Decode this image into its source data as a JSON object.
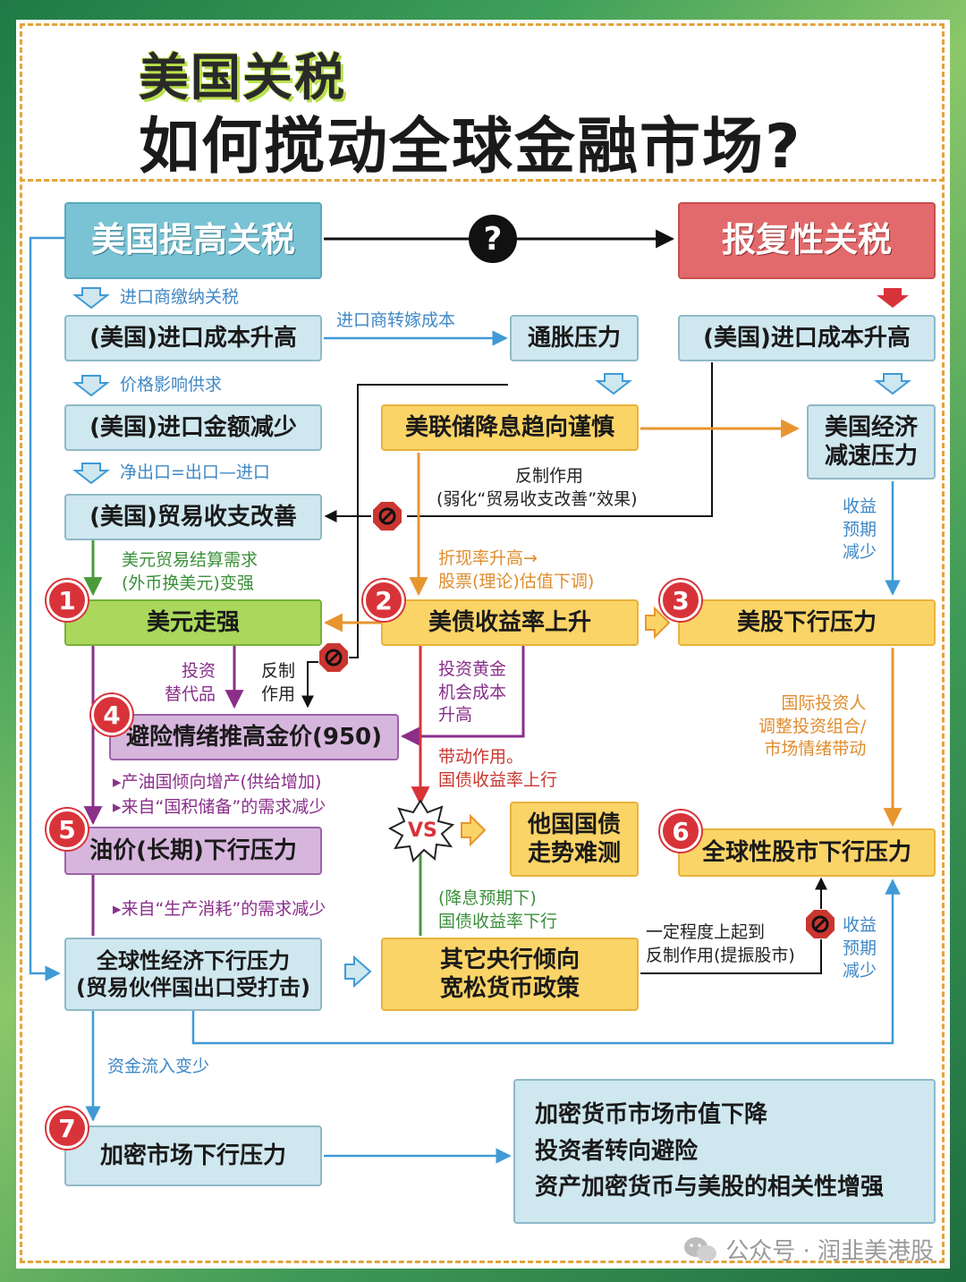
{
  "title": {
    "line1": "美国关税",
    "line2": "如何搅动全球金融市场?"
  },
  "question_mark": "?",
  "nodes": {
    "us_raise": "美国提高关税",
    "retaliate": "报复性关税",
    "us_import_cost": "(美国)进口成本升高",
    "inflation": "通胀压力",
    "retal_import_cost": "(美国)进口成本升高",
    "import_amount": "(美国)进口金额减少",
    "fed": "美联储降息趋向谨慎",
    "us_slowdown": "美国经济\n减速压力",
    "trade_balance": "(美国)贸易收支改善",
    "usd": "美元走强",
    "ust": "美债收益率上升",
    "us_stocks": "美股下行压力",
    "gold": "避险情绪推高金价(950)",
    "oil": "油价(长期)下行压力",
    "other_bonds": "他国国债\n走势难测",
    "global_stocks": "全球性股市下行压力",
    "global_econ": "全球性经济下行压力\n(贸易伙伴国出口受打击)",
    "other_cb": "其它央行倾向\n宽松货币政策",
    "crypto": "加密市场下行压力",
    "crypto_detail": [
      "加密货币市场市值下降",
      "投资者转向避险",
      "资产加密货币与美股的相关性增强"
    ]
  },
  "labels": {
    "importer_tax": "进口商缴纳关税",
    "pass_cost": "进口商转嫁成本",
    "price_effect": "价格影响供求",
    "net_export": "净出口=出口—进口",
    "counter1": "反制作用",
    "counter1b": "(弱化“贸易收支改善”效果)",
    "usd_demand1": "美元贸易结算需求",
    "usd_demand2": "(外币换美元)变强",
    "discount1": "折现率升高→",
    "discount2": "股票(理论)估值下调)",
    "earnings1": [
      "收益",
      "预期",
      "减少"
    ],
    "invest_alt": [
      "投资",
      "替代品"
    ],
    "counter2": [
      "反制",
      "作用"
    ],
    "gold_cost": [
      "投资黄金",
      "机会成本",
      "升高"
    ],
    "intl_investors": [
      "国际投资人",
      "调整投资组合/",
      "市场情绪带动"
    ],
    "drive1": "带动作用。",
    "drive2": "国债收益率上行",
    "oil_supply": "▸产油国倾向增产(供给增加)",
    "oil_reserve": "▸来自“国积储备”的需求减少",
    "oil_consume": "▸来自“生产消耗”的需求减少",
    "rate_cut1": "(降息预期下)",
    "rate_cut2": "国债收益率下行",
    "partial1": "一定程度上起到",
    "partial2": "反制作用(提振股市)",
    "earnings2": [
      "收益",
      "预期",
      "减少"
    ],
    "capital": "资金流入变少",
    "vs": "VS"
  },
  "badges": [
    "1",
    "2",
    "3",
    "4",
    "5",
    "6",
    "7"
  ],
  "footer": {
    "text": "公众号 · 润韭美港股"
  },
  "colors": {
    "blue_arrow": "#3f9ad6",
    "orange_arrow": "#e8952f",
    "purple_arrow": "#8a2f8a",
    "green_arrow": "#4a9a3a",
    "red_badge": "#d9333a"
  }
}
